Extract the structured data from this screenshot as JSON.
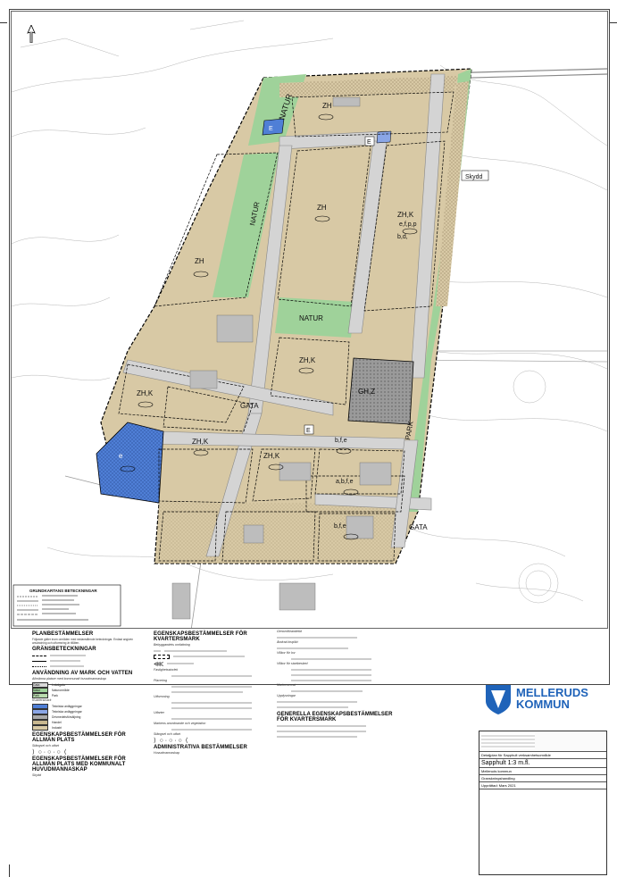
{
  "map": {
    "labels": {
      "natur_1": "NATUR",
      "natur_2": "NATUR",
      "natur_center": "NATUR",
      "park": "PARK",
      "gata_1": "GATA",
      "gata_2": "GATA",
      "skyddszon": "Skydd",
      "e_area": "E",
      "zh_1": "ZH",
      "zh_2": "ZH",
      "zh_3": "ZH",
      "zhk_1": "ZH,K",
      "zhk_2": "ZH,K",
      "zhk_3": "ZH,K",
      "zhk_4": "ZH,K",
      "zhk_5": "ZH,K",
      "ghz": "GH,Z",
      "bfe_1": "b,f,e",
      "bfe_2": "a,b,f,e",
      "bfe_3": "b,f,e",
      "e1": "E",
      "e2": "E",
      "zh_big": "ZH,K",
      "zh_big_sub": "b,d,",
      "e_sub": "e",
      "e_prop": "e,f,p,p"
    }
  },
  "legend": {
    "grundkarta_title": "GRUNDKARTANS BETECKNINGAR",
    "planbest_title": "PLANBESTÄMMELSER",
    "planbest_sub": "Följande gäller inom områden med nedanstående beteckningar. Endast angiven användning och utformning är tillåten.",
    "gransbet_title": "GRÄNSBETECKNINGAR",
    "anvandning_title": "ANVÄNDNING AV MARK OCH VATTEN",
    "anvandning_sub": "Allmänna platser med kommunalt huvudmannaskap",
    "kvartersmark": "Kvartersmark",
    "allmplats_title": "EGENSKAPSBESTÄMMELSER FÖR ALLMÄN PLATS",
    "allmplats_sub": "Stängsel och utfart",
    "allmplats2_title": "EGENSKAPSBESTÄMMELSER FÖR ALLMÄN PLATS MED KOMMUNALT HUVUDMANNASKAP",
    "allmplats2_sub": "Skydd",
    "kvarters_title": "EGENSKAPSBESTÄMMELSER FÖR KVARTERSMARK",
    "kvarters_sub": "Bebyggandets omfattning",
    "fastighet": "Fastighetsstorlek",
    "placering": "Placering",
    "utformning": "Utformning",
    "utfarter": "Utfarter",
    "markens": "Markens anordnande och vegetation",
    "stangsel": "Stängsel och utfart",
    "admin_title": "ADMINISTRATIVA BESTÄMMELSER",
    "admin_sub": "Huvudmannaskap",
    "genomf": "Genomförandetid",
    "andrad": "Ändrad lovplikt",
    "villkor1": "Villkor för lov",
    "villkor2": "Villkor för startbesked",
    "markreservat": "Markreservat",
    "upplysningar": "Upplysningar",
    "generella_title": "GENERELLA EGENSKAPSBESTÄMMELSER FÖR KVARTERSMARK",
    "swatches": [
      {
        "label": "Gata",
        "text": "Lokalgata",
        "color": "#d9d9d9"
      },
      {
        "label": "Natur",
        "text": "Naturområde",
        "color": "#9fd29a"
      },
      {
        "label": "Park",
        "text": "Park",
        "color": "#b9dcae"
      },
      {
        "label": "",
        "text": "Tekniska anläggningar",
        "color": "#4f7fd6"
      },
      {
        "label": "",
        "text": "Tekniska anläggningar",
        "color": "#8aa6e6"
      },
      {
        "label": "",
        "text": "Drivmedelsförsäljning",
        "color": "#a9a9a9"
      },
      {
        "label": "",
        "text": "Handel",
        "color": "#c9b88f"
      },
      {
        "label": "",
        "text": "Industri",
        "color": "#d8c9a5"
      }
    ]
  },
  "logo": {
    "name_line1": "MELLERUDS",
    "name_line2": "KOMMUN",
    "colors": {
      "blue": "#1f63b9"
    }
  },
  "titleblock": {
    "plan_name": "Detaljplan för Sapphult verksamhetsområde",
    "sheet_scale": "Sapphult 1:3 m.fl.",
    "row1": "Melleruds kommun",
    "row2": "Granskningshandling",
    "row3": "Upprättad: Mars 2021"
  },
  "colors": {
    "zone_tan": "#d8c9a5",
    "natur_green": "#9fd29a",
    "road_gray": "#d0d0d0",
    "tech_blue": "#4f7fd6",
    "gh_gray": "#9a9a9a"
  }
}
